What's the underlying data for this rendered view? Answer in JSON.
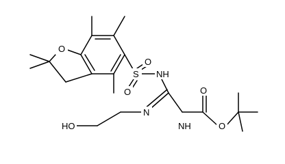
{
  "molecule": {
    "atom_labels": {
      "O_ring": "O",
      "O_sulfonyl_1": "O",
      "S": "S",
      "O_sulfonyl_2": "O",
      "NH_sulfonamide": "NH",
      "HO": "HO",
      "N_imine": "N",
      "NH_carbamate": "NH",
      "O_carbonyl": "O",
      "O_ester": "O"
    },
    "stroke_color": "#000000",
    "background": "#ffffff"
  }
}
